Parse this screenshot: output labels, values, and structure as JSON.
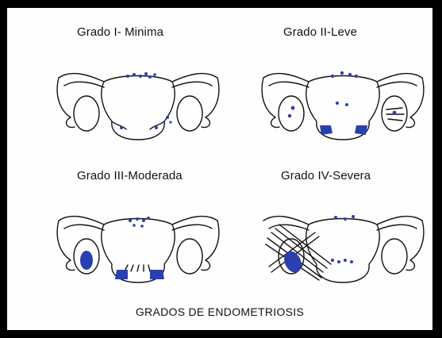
{
  "panels": [
    {
      "label": "Grado I- Minima"
    },
    {
      "label": "Grado II-Leve"
    },
    {
      "label": "Grado III-Moderada"
    },
    {
      "label": "Grado IV-Severa"
    }
  ],
  "caption": "GRADOS DE ENDOMETRIOSIS",
  "colors": {
    "lesion": "#2a3fb0",
    "ink": "#111111",
    "background": "#ffffff",
    "frame": "#000000"
  },
  "icons": [
    "uterus-icon"
  ]
}
